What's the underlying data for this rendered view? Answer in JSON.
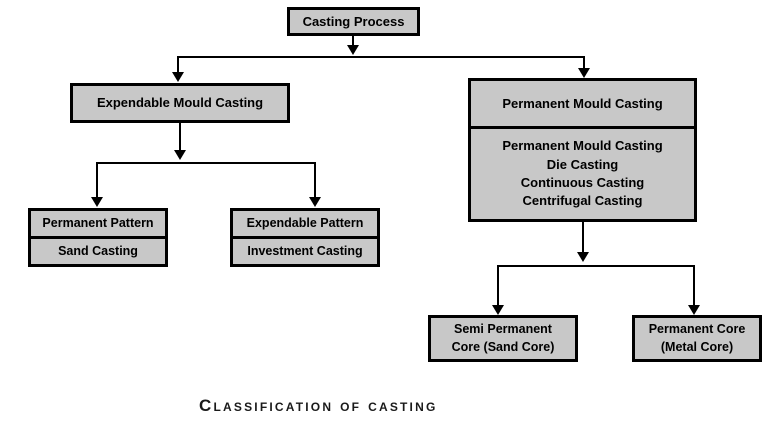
{
  "diagram": {
    "caption": "Classification of casting",
    "colors": {
      "box_fill": "#c8c8c8",
      "box_border": "#000000",
      "text": "#000000",
      "background": "#ffffff"
    },
    "nodes": {
      "root": {
        "label": "Casting Process"
      },
      "expendable_mould": {
        "label": "Expendable Mould Casting"
      },
      "permanent_mould": {
        "header": "Permanent Mould Casting",
        "items": [
          "Permanent Mould Casting",
          "Die Casting",
          "Continuous Casting",
          "Centrifugal Casting"
        ]
      },
      "permanent_pattern": {
        "header": "Permanent Pattern",
        "body": "Sand Casting"
      },
      "expendable_pattern": {
        "header": "Expendable Pattern",
        "body": "Investment Casting"
      },
      "semi_permanent_core": {
        "line1": "Semi Permanent",
        "line2": "Core (Sand Core)"
      },
      "permanent_core": {
        "line1": "Permanent Core",
        "line2": "(Metal Core)"
      }
    }
  }
}
